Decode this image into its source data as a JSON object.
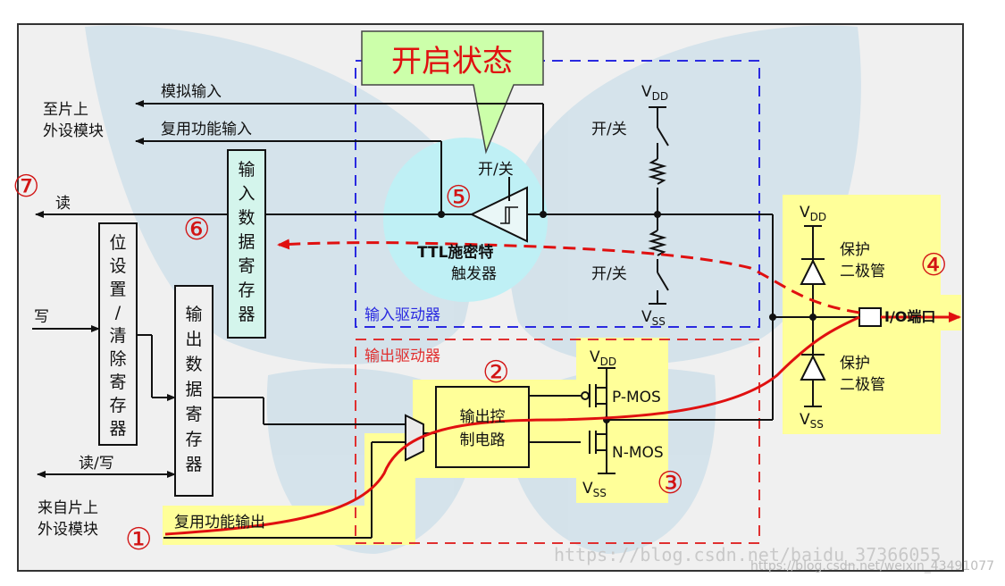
{
  "callout": {
    "title": "开启状态"
  },
  "left": {
    "to_peripheral_line1": "至片上",
    "to_peripheral_line2": "外设模块",
    "from_peripheral_line1": "来自片上",
    "from_peripheral_line2": "外设模块",
    "write": "写",
    "read": "读",
    "read_write": "读/写"
  },
  "signals": {
    "analog_input": "模拟输入",
    "alt_func_input": "复用功能输入",
    "alt_func_output": "复用功能输出"
  },
  "registers": {
    "input_data": [
      "输",
      "入",
      "数",
      "据",
      "寄",
      "存",
      "器"
    ],
    "bit_set_reset": [
      "位",
      "设",
      "置",
      "/",
      "清",
      "除",
      "寄",
      "存",
      "器"
    ],
    "output_data": [
      "输",
      "出",
      "数",
      "据",
      "寄",
      "存",
      "器"
    ]
  },
  "input_driver": {
    "label": "输入驱动器",
    "switch": "开/关",
    "schmitt_line1": "TTL施密特",
    "schmitt_line2": "触发器",
    "vdd": "V",
    "vdd_sub": "DD",
    "vss": "V",
    "vss_sub": "SS",
    "pull_switch_top": "开/关",
    "pull_switch_bottom": "开/关"
  },
  "output_driver": {
    "label": "输出驱动器",
    "control_line1": "输出控",
    "control_line2": "制电路",
    "pmos": "P-MOS",
    "nmos": "N-MOS",
    "vdd": "V",
    "vdd_sub": "DD",
    "vss": "V",
    "vss_sub": "SS"
  },
  "protection": {
    "label_line1": "保护",
    "label_line2": "二极管",
    "vdd": "V",
    "vdd_sub": "DD",
    "vss": "V",
    "vss_sub": "SS"
  },
  "io_port": "I/O端口",
  "markers": {
    "m1": "①",
    "m2": "②",
    "m3": "③",
    "m4": "④",
    "m5": "⑤",
    "m6": "⑥",
    "m7": "⑦"
  },
  "watermarks": {
    "w1": "https://blog.csdn.net/baidu_37366055",
    "w2": "https://blog.csdn.net/weixin_43491077"
  },
  "colors": {
    "highlight_yellow": "#ffff99",
    "callout_green": "#ccffaa",
    "trigger_cyan": "#bff0f5",
    "register_fill": "#d4f5ec",
    "signal_red": "#e01010",
    "input_box_blue": "#2a2ae0",
    "output_box_red": "#e03030",
    "panel_bg": "#f0f0f0"
  }
}
